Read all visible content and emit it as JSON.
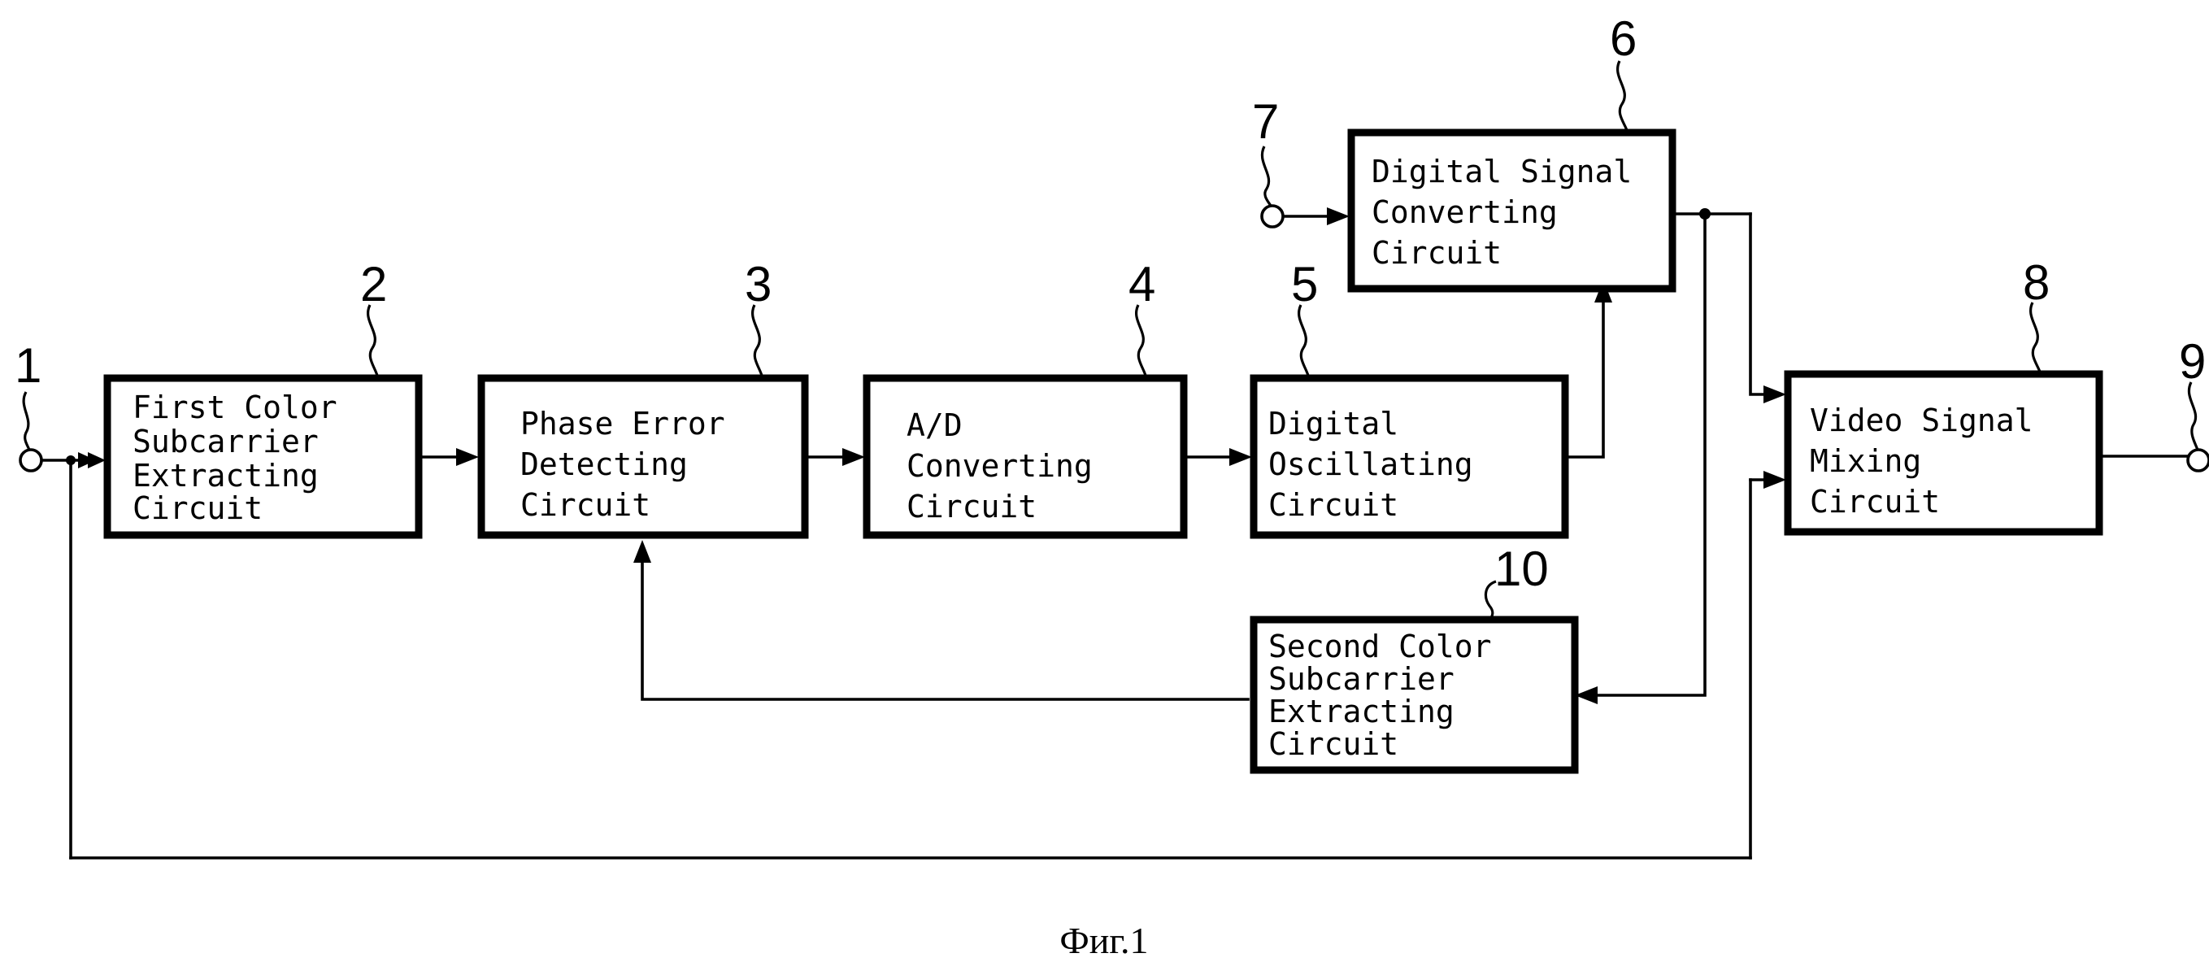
{
  "figure": {
    "caption": "Фиг.1"
  },
  "blocks": {
    "b2": {
      "ref": "2",
      "lines": [
        "First Color",
        "Subcarrier",
        "Extracting",
        "Circuit"
      ]
    },
    "b3": {
      "ref": "3",
      "lines": [
        "Phase Error",
        "Detecting",
        "Circuit"
      ]
    },
    "b4": {
      "ref": "4",
      "lines": [
        "A/D",
        "Converting",
        "Circuit"
      ]
    },
    "b5": {
      "ref": "5",
      "lines": [
        "Digital",
        "Oscillating",
        "Circuit"
      ]
    },
    "b6": {
      "ref": "6",
      "lines": [
        "Digital Signal",
        "Converting",
        "Circuit"
      ]
    },
    "b8": {
      "ref": "8",
      "lines": [
        "Video Signal",
        "Mixing",
        "Circuit"
      ]
    },
    "b10": {
      "ref": "10",
      "lines": [
        "Second Color",
        "Subcarrier",
        "Extracting",
        "Circuit"
      ]
    }
  },
  "terminals": {
    "t1": "1",
    "t7": "7",
    "t9": "9"
  }
}
